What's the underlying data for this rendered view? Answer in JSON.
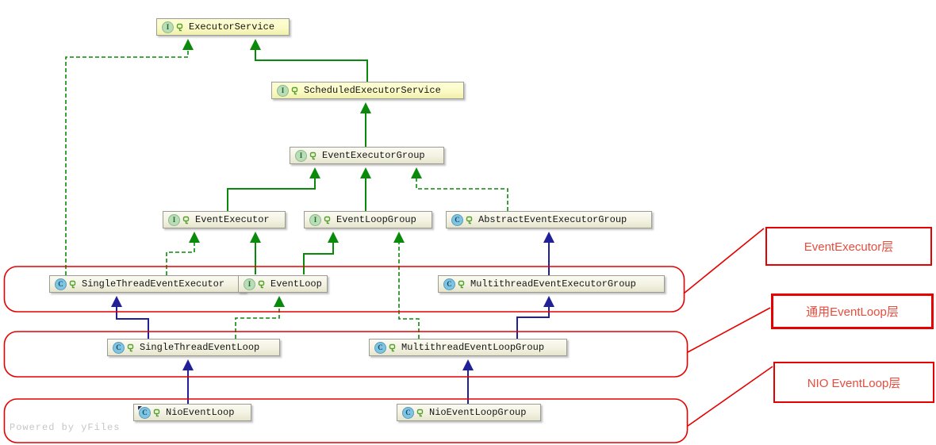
{
  "diagram": {
    "watermark": "Powered by yFiles",
    "nodes": [
      {
        "id": "executor-service",
        "label": "ExecutorService",
        "kind": "interface",
        "icon": "I",
        "palette": "yellow"
      },
      {
        "id": "scheduled-executor-service",
        "label": "ScheduledExecutorService",
        "kind": "interface",
        "icon": "I",
        "palette": "yellow"
      },
      {
        "id": "event-executor-group",
        "label": "EventExecutorGroup",
        "kind": "interface",
        "icon": "I",
        "palette": "cream"
      },
      {
        "id": "event-executor",
        "label": "EventExecutor",
        "kind": "interface",
        "icon": "I",
        "palette": "cream"
      },
      {
        "id": "event-loop-group",
        "label": "EventLoopGroup",
        "kind": "interface",
        "icon": "I",
        "palette": "cream"
      },
      {
        "id": "abstract-event-executor-group",
        "label": "AbstractEventExecutorGroup",
        "kind": "class",
        "icon": "C",
        "palette": "cream"
      },
      {
        "id": "single-thread-event-executor",
        "label": "SingleThreadEventExecutor",
        "kind": "class",
        "icon": "C",
        "palette": "cream"
      },
      {
        "id": "event-loop",
        "label": "EventLoop",
        "kind": "interface",
        "icon": "I",
        "palette": "cream"
      },
      {
        "id": "multithread-event-executor-group",
        "label": "MultithreadEventExecutorGroup",
        "kind": "class",
        "icon": "C",
        "palette": "cream"
      },
      {
        "id": "single-thread-event-loop",
        "label": "SingleThreadEventLoop",
        "kind": "class",
        "icon": "C",
        "palette": "cream"
      },
      {
        "id": "multithread-event-loop-group",
        "label": "MultithreadEventLoopGroup",
        "kind": "class",
        "icon": "C",
        "palette": "cream"
      },
      {
        "id": "nio-event-loop",
        "label": "NioEventLoop",
        "kind": "class",
        "icon": "C",
        "palette": "cream",
        "final": true
      },
      {
        "id": "nio-event-loop-group",
        "label": "NioEventLoopGroup",
        "kind": "class",
        "icon": "C",
        "palette": "cream"
      }
    ],
    "edges": [
      {
        "from": "ScheduledExecutorService",
        "to": "ExecutorService",
        "relation": "extends",
        "style": "solid-green"
      },
      {
        "from": "SingleThreadEventExecutor",
        "to": "ExecutorService",
        "relation": "implements",
        "style": "dashed-green"
      },
      {
        "from": "EventExecutorGroup",
        "to": "ScheduledExecutorService",
        "relation": "extends",
        "style": "solid-green"
      },
      {
        "from": "EventExecutor",
        "to": "EventExecutorGroup",
        "relation": "extends",
        "style": "solid-green"
      },
      {
        "from": "EventLoopGroup",
        "to": "EventExecutorGroup",
        "relation": "extends",
        "style": "solid-green"
      },
      {
        "from": "AbstractEventExecutorGroup",
        "to": "EventExecutorGroup",
        "relation": "implements",
        "style": "dashed-green"
      },
      {
        "from": "SingleThreadEventExecutor",
        "to": "EventExecutor",
        "relation": "implements",
        "style": "dashed-green"
      },
      {
        "from": "EventLoop",
        "to": "EventExecutor",
        "relation": "extends",
        "style": "solid-green"
      },
      {
        "from": "EventLoop",
        "to": "EventLoopGroup",
        "relation": "extends",
        "style": "solid-green"
      },
      {
        "from": "MultithreadEventLoopGroup",
        "to": "EventLoopGroup",
        "relation": "implements",
        "style": "dashed-green"
      },
      {
        "from": "MultithreadEventExecutorGroup",
        "to": "AbstractEventExecutorGroup",
        "relation": "extends",
        "style": "solid-blue"
      },
      {
        "from": "SingleThreadEventLoop",
        "to": "SingleThreadEventExecutor",
        "relation": "extends",
        "style": "solid-blue"
      },
      {
        "from": "SingleThreadEventLoop",
        "to": "EventLoop",
        "relation": "implements",
        "style": "dashed-green"
      },
      {
        "from": "MultithreadEventLoopGroup",
        "to": "MultithreadEventExecutorGroup",
        "relation": "extends",
        "style": "solid-blue"
      },
      {
        "from": "NioEventLoop",
        "to": "SingleThreadEventLoop",
        "relation": "extends",
        "style": "solid-blue"
      },
      {
        "from": "NioEventLoopGroup",
        "to": "MultithreadEventLoopGroup",
        "relation": "extends",
        "style": "solid-blue"
      }
    ],
    "annotations": [
      {
        "label": "EventExecutor层"
      },
      {
        "label": "通用EventLoop层"
      },
      {
        "label": "NIO EventLoop层"
      }
    ],
    "colors": {
      "node_yellow": "#fbfbc6",
      "node_cream": "#f3f2e2",
      "edge_green": "#0a8a0a",
      "edge_blue": "#202099",
      "annotation_red": "#e60000",
      "interface_icon": "#b9dcb9",
      "class_icon": "#7fc4e0",
      "watermark_gray": "#c6c6c6"
    }
  }
}
